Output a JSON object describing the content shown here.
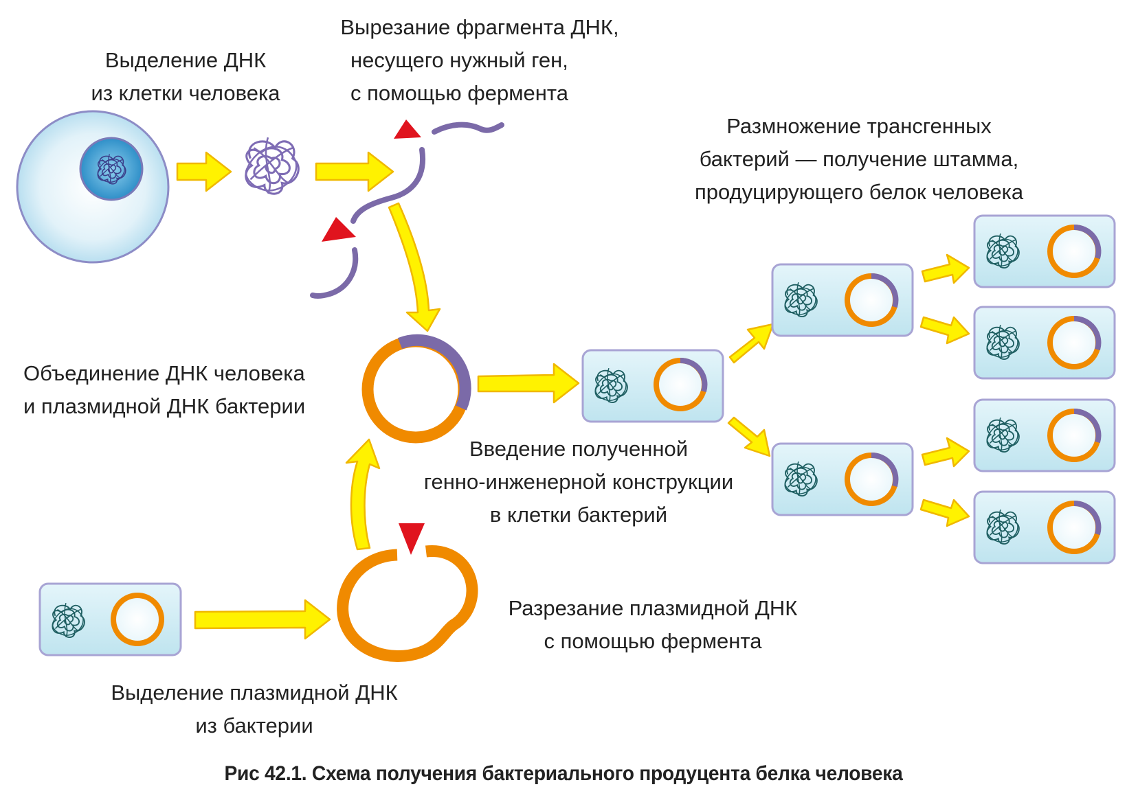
{
  "labels": {
    "isolate_human_dna": [
      "Выделение ДНК",
      "из клетки человека"
    ],
    "cut_fragment": [
      "Вырезание фрагмента ДНК,",
      "несущего нужный ген,",
      "с помощью фермента"
    ],
    "reproduction": [
      "Размножение трансгенных",
      "бактерий — получение штамма,",
      "продуцирующего белок человека"
    ],
    "combine": [
      "Объединение ДНК человека",
      "и плазмидной ДНК бактерии"
    ],
    "introduce": [
      "Введение полученной",
      "генно-инженерной конструкции",
      "в клетки бактерий"
    ],
    "cut_plasmid": [
      "Разрезание плазмидной ДНК",
      "с помощью фермента"
    ],
    "isolate_plasmid": [
      "Выделение плазмидной ДНК",
      "из бактерии"
    ]
  },
  "caption": "Рис 42.1. Схема получения бактериального продуцента белка человека",
  "colors": {
    "arrow_fill": "#fff200",
    "arrow_stroke": "#f0b800",
    "plasmid": "#f08a00",
    "human_dna": "#7b6aa8",
    "enzyme": "#e0141e",
    "bacterium_fill": "#d3eef5",
    "bacterium_stroke": "#a8a4d4",
    "nucleoid": "#1f5f62",
    "human_cell": "#d7eef7",
    "nucleus": "#4aa6d6"
  }
}
